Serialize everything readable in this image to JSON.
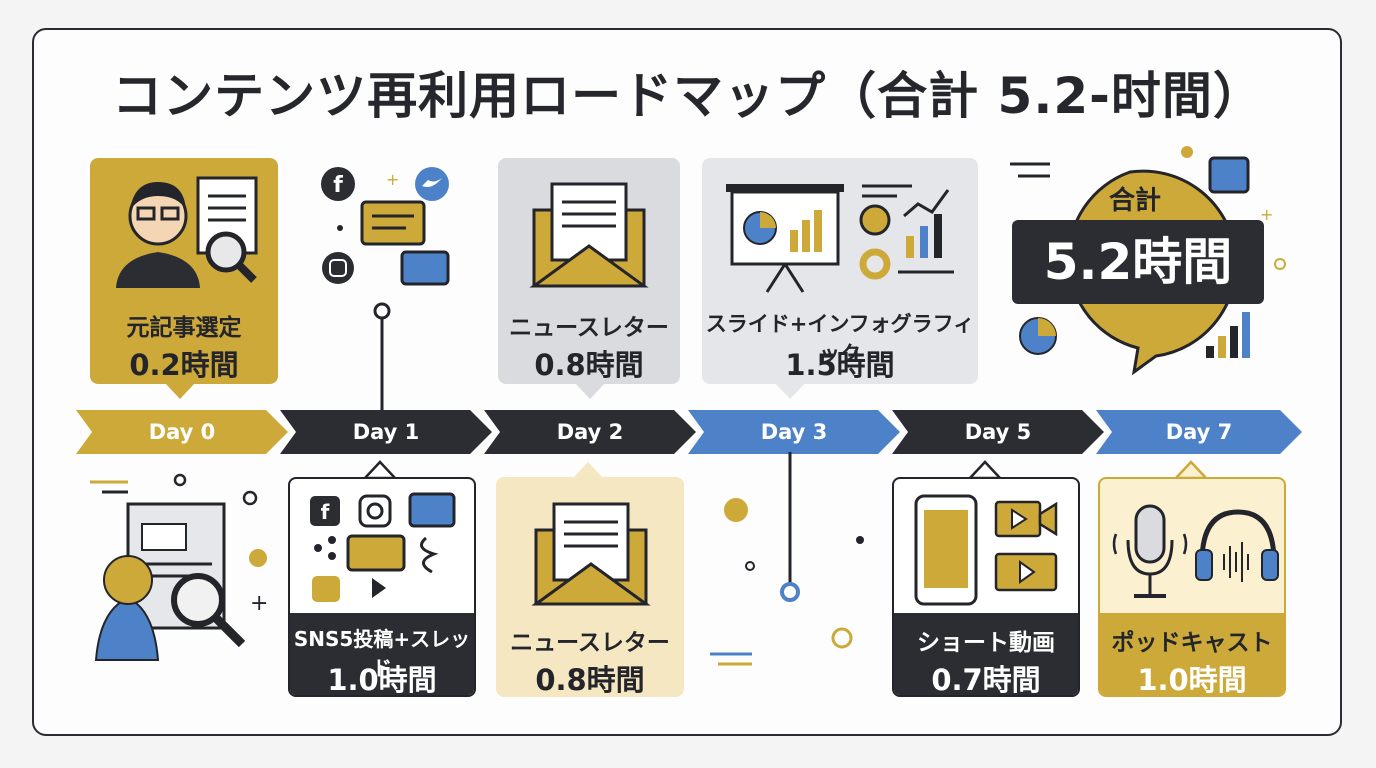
{
  "title": "コンテンツ再利用ロードマップ（合計 5.2-时間）",
  "days": [
    "Day 0",
    "Day 1",
    "Day 2",
    "Day 3",
    "Day 5",
    "Day 7"
  ],
  "top_cards": [
    {
      "name": "元記事選定",
      "time": "0.2時間"
    },
    {
      "name": "ニュースレター",
      "time": "0.8時間"
    },
    {
      "name": "スライド+インフォグラフィック",
      "time": "1.5時間"
    }
  ],
  "bottom_cards": [
    {
      "name": "SNS5投稿+スレッド",
      "time": "1.0時間"
    },
    {
      "name": "ニュースレター",
      "time": "0.8時間"
    },
    {
      "name": "ショート動画",
      "time": "0.7時間"
    },
    {
      "name": "ポッドキャスト",
      "time": "1.0時間"
    }
  ],
  "total": {
    "label": "合計",
    "value": "5.2時間"
  },
  "colors": {
    "gold": "#cda93a",
    "dark": "#2b2d33",
    "blue": "#4d82c8",
    "pale_gold": "#f5e7c2",
    "gray": "#d9dbdf"
  }
}
